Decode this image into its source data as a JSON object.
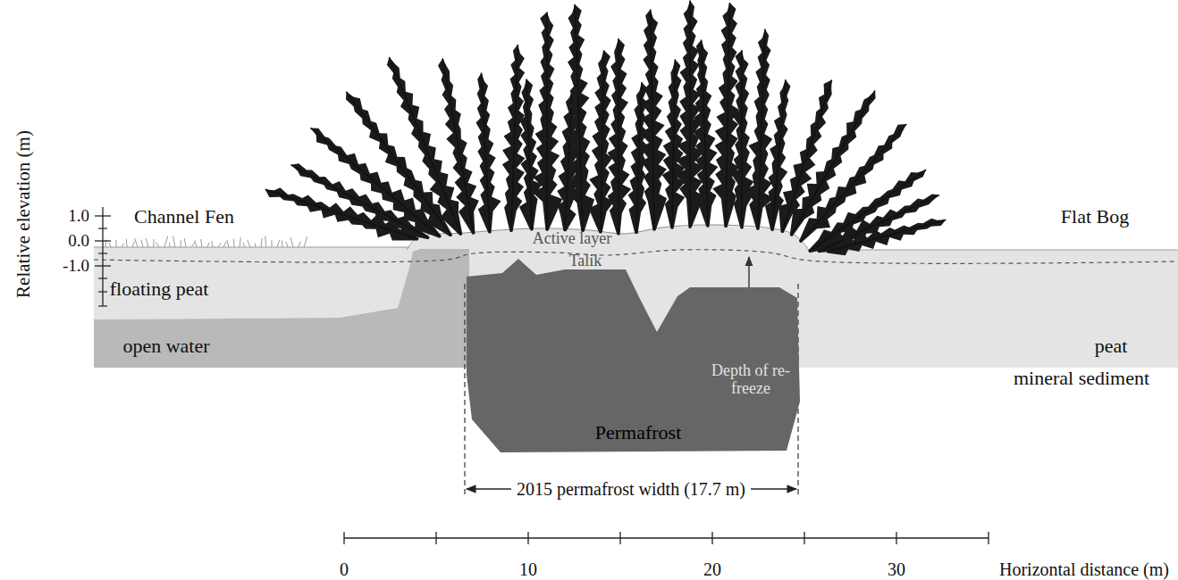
{
  "diagram": {
    "nodes": [
      {
        "text": [
          "Permafrost"
        ]
      }
    ],
    "labels": [
      "Relative elevation (m)",
      "1.0",
      "0.0",
      "-1.0",
      "Channel Fen",
      "Flat Bog",
      "Active layer",
      "Talik",
      "floating peat",
      "open water",
      "peat",
      "mineral sediment",
      "Depth of re-freeze",
      "2015 permafrost width (17.7 m)",
      "0",
      "10",
      "20",
      "30",
      "Horizontal distance (m)"
    ]
  }
}
